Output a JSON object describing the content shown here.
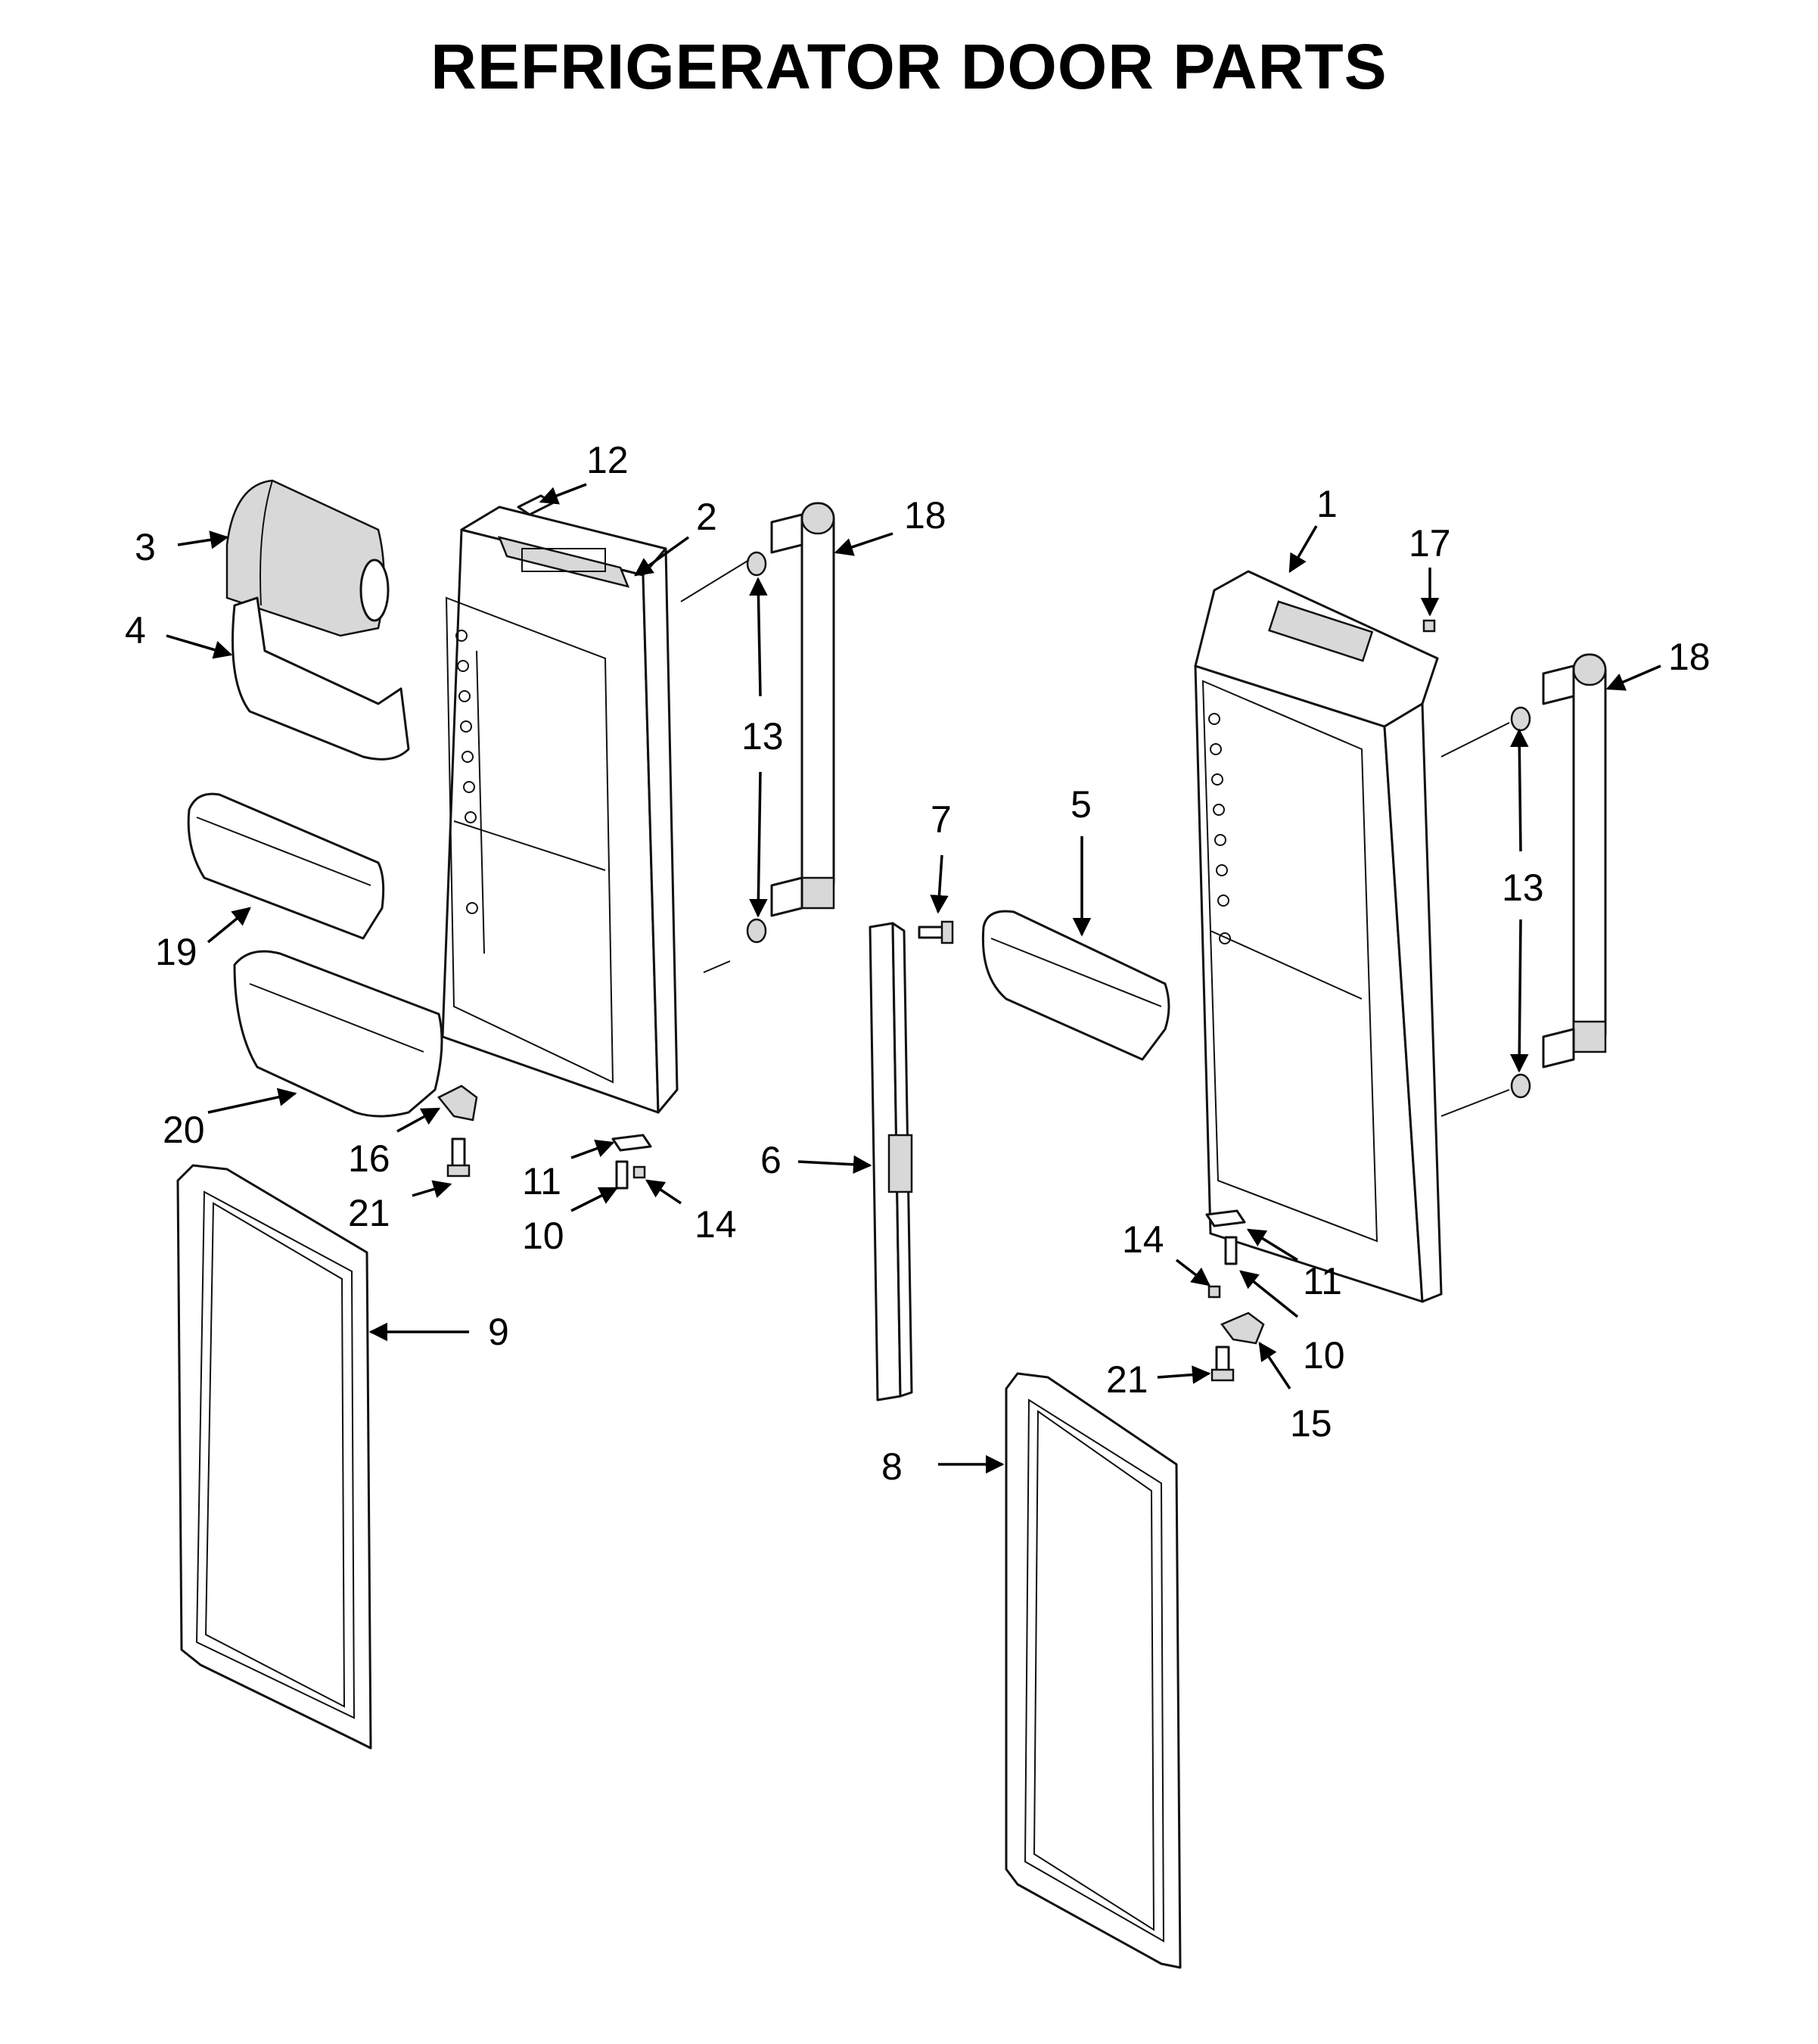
{
  "title": "REFRIGERATOR DOOR PARTS",
  "colors": {
    "line": "#111111",
    "background": "#ffffff",
    "shade": "#d8d8d8"
  },
  "callouts": {
    "c12": "12",
    "c3": "3",
    "c2": "2",
    "c18a": "18",
    "c4": "4",
    "c13a": "13",
    "c19": "19",
    "c20": "20",
    "c16": "16",
    "c21a": "21",
    "c11a": "11",
    "c10a": "10",
    "c14a": "14",
    "c9": "9",
    "c7": "7",
    "c6": "6",
    "c5": "5",
    "c1": "1",
    "c17": "17",
    "c18b": "18",
    "c13b": "13",
    "c14b": "14",
    "c11b": "11",
    "c10b": "10",
    "c21b": "21",
    "c15": "15",
    "c8": "8"
  }
}
